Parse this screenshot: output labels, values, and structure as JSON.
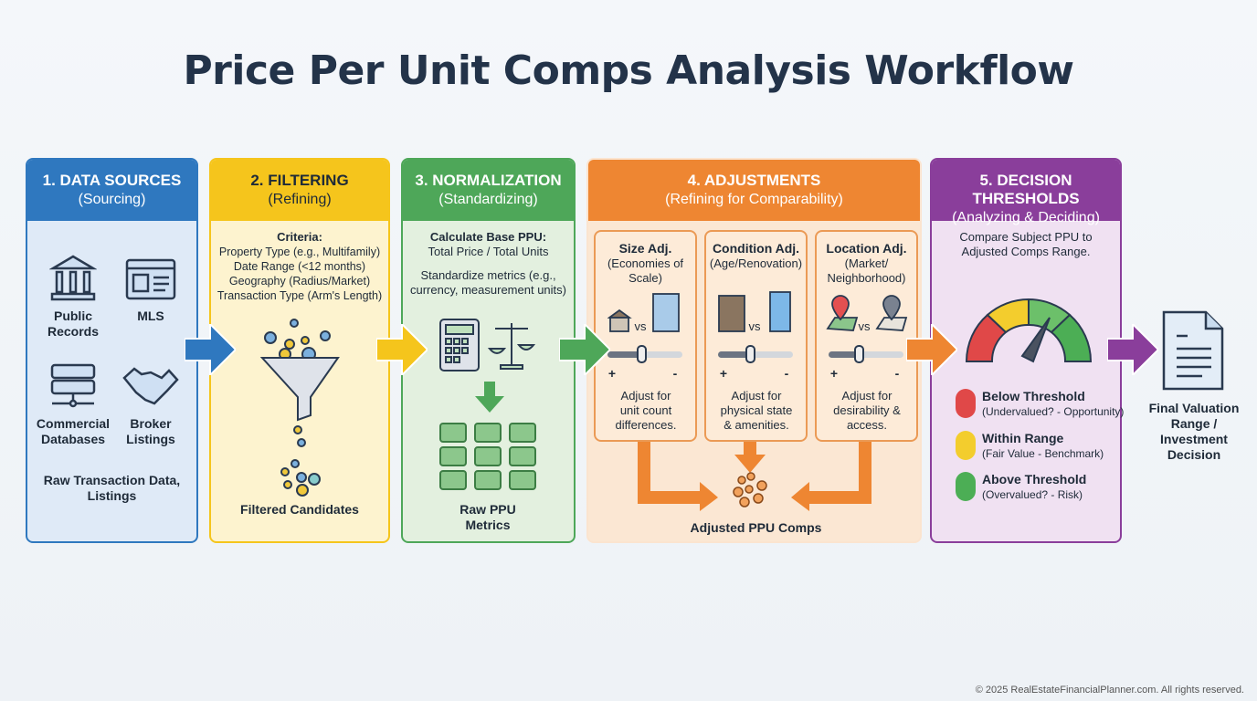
{
  "title": "Price Per Unit Comps Analysis Workflow",
  "colors": {
    "blue": "#2f78bf",
    "yellow": "#f5c51c",
    "green": "#4ea759",
    "orange": "#ee8632",
    "purple": "#8a3e9b"
  },
  "steps": [
    {
      "heading": "1. DATA SOURCES",
      "sub": "(Sourcing)",
      "sources": [
        "Public Records",
        "MLS",
        "Commercial Databases",
        "Broker Listings"
      ],
      "output": "Raw Transaction Data, Listings"
    },
    {
      "heading": "2. FILTERING",
      "sub": "(Refining)",
      "criteria_label": "Criteria:",
      "criteria": [
        "Property Type (e.g., Multifamily)",
        "Date Range (<12 months)",
        "Geography (Radius/Market)",
        "Transaction Type (Arm's Length)"
      ],
      "output": "Filtered Candidates"
    },
    {
      "heading": "3. NORMALIZATION",
      "sub": "(Standardizing)",
      "calc_label": "Calculate Base PPU:",
      "calc": "Total Price / Total Units",
      "note": "Standardize metrics (e.g., currency, measurement units)",
      "output": "Raw PPU Metrics"
    },
    {
      "heading": "4. ADJUSTMENTS",
      "sub": "(Refining for Comparability)",
      "adjustments": [
        {
          "title": "Size Adj.",
          "sub": "(Economies of Scale)",
          "desc": "Adjust for unit count differences."
        },
        {
          "title": "Condition Adj.",
          "sub": "(Age/Renovation)",
          "desc": "Adjust for physical state & amenities."
        },
        {
          "title": "Location Adj.",
          "sub": "(Market/ Neighborhood)",
          "desc": "Adjust for desirability & access."
        }
      ],
      "vs": "vs",
      "plus": "+",
      "minus": "-",
      "output": "Adjusted PPU Comps"
    },
    {
      "heading": "5. DECISION THRESHOLDS",
      "sub": "(Analyzing & Deciding)",
      "note": "Compare Subject PPU to Adjusted Comps Range.",
      "legend": [
        {
          "label": "Below Threshold",
          "desc": "(Undervalued? - Opportunity)",
          "color": "#e04848"
        },
        {
          "label": "Within Range",
          "desc": "(Fair Value - Benchmark)",
          "color": "#f3cd2d"
        },
        {
          "label": "Above Threshold",
          "desc": "(Overvalued? - Risk)",
          "color": "#4cae55"
        }
      ]
    }
  ],
  "final": "Final Valuation Range / Investment Decision",
  "footer": "© 2025 RealEstateFinancialPlanner.com. All rights reserved."
}
